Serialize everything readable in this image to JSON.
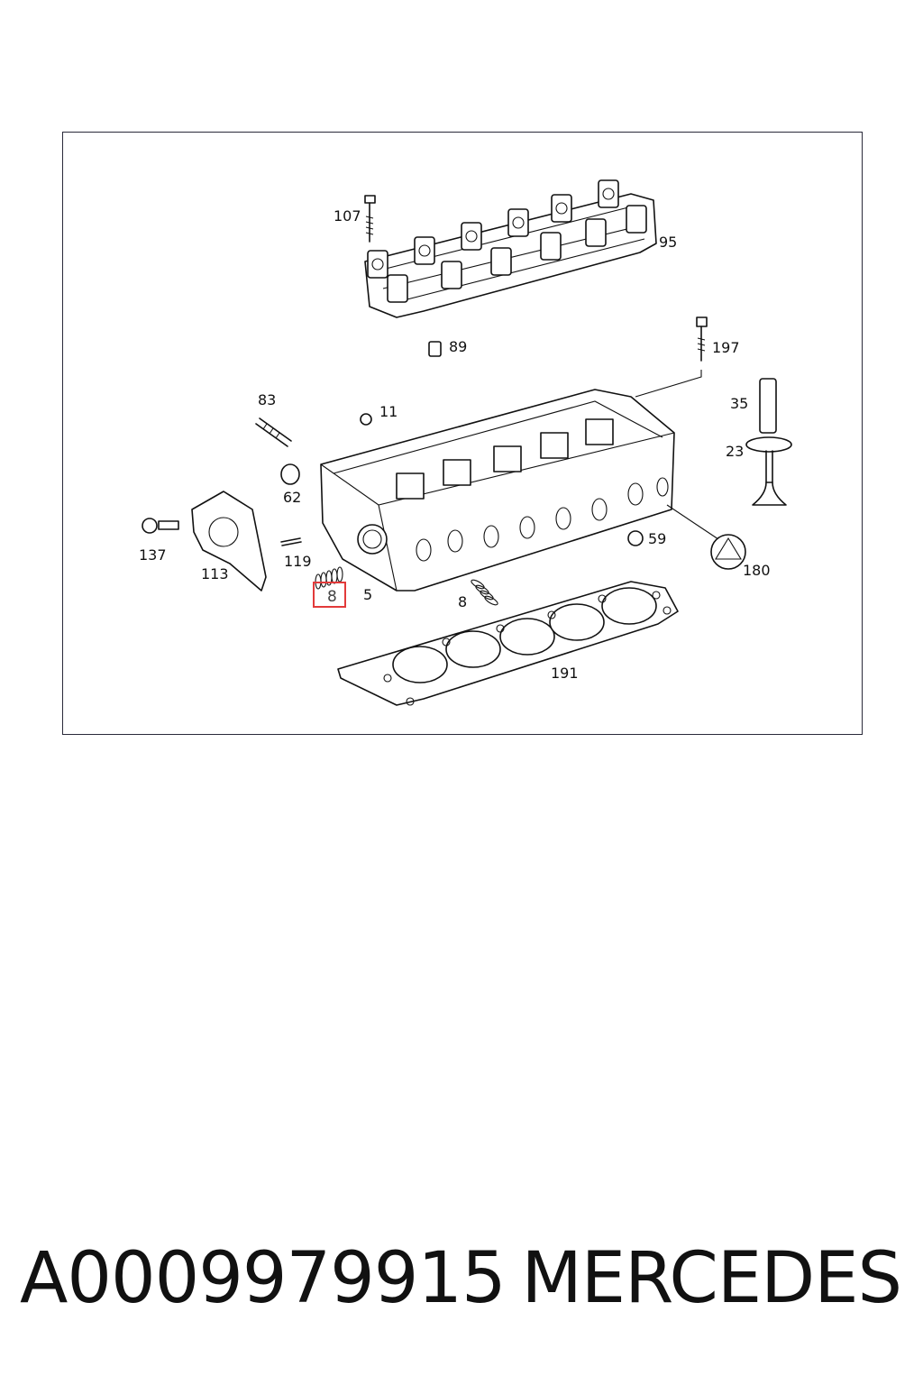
{
  "diagram": {
    "callouts": [
      {
        "id": "107",
        "text": "107"
      },
      {
        "id": "95",
        "text": "95"
      },
      {
        "id": "89",
        "text": "89"
      },
      {
        "id": "197",
        "text": "197"
      },
      {
        "id": "83",
        "text": "83"
      },
      {
        "id": "11",
        "text": "11"
      },
      {
        "id": "35",
        "text": "35"
      },
      {
        "id": "23",
        "text": "23"
      },
      {
        "id": "62",
        "text": "62"
      },
      {
        "id": "137",
        "text": "137"
      },
      {
        "id": "113",
        "text": "113"
      },
      {
        "id": "119",
        "text": "119"
      },
      {
        "id": "5",
        "text": "5"
      },
      {
        "id": "8b",
        "text": "8"
      },
      {
        "id": "59",
        "text": "59"
      },
      {
        "id": "180",
        "text": "180"
      },
      {
        "id": "191",
        "text": "191"
      }
    ],
    "highlighted": {
      "text": "8",
      "color": "#e23a3a"
    }
  },
  "footer": {
    "part_number": "A0009979915",
    "brand": "MERCEDES"
  }
}
